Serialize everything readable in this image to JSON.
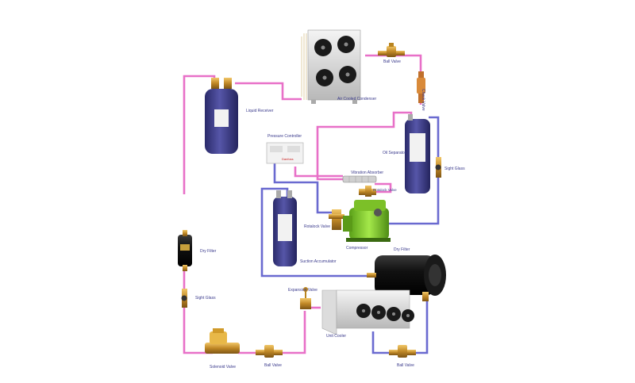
{
  "colors": {
    "discharge_line": "#e870c8",
    "suction_line": "#6a6ad0",
    "label_text": "#3a3a8c",
    "component_blue": "#3b3b8a",
    "brass": "#c9962e",
    "compressor_green": "#8cd630"
  },
  "labels": {
    "ball_valve_top": "Ball Valve",
    "check_valve": "Check Valve",
    "air_cooled_condenser": "Air Cooled Condenser",
    "liquid_receiver": "Liquid Receiver",
    "pressure_controller": "Pressure Controller",
    "oil_separator": "Oil Separator",
    "sight_glass_right": "Sight Glass",
    "vibration_absorber": "Vibration Absorber",
    "rotalock_valve_small": "Rotalock Valve",
    "rotalock_valve": "Rotalock Valve",
    "dry_filter_left": "Dry Filter",
    "compressor": "Compressor",
    "dry_filter_right": "Dry Filter",
    "suction_accumulator": "Suction Accumulator",
    "sight_glass_left": "Sight Glass",
    "expansion_valve": "Expansion Valve",
    "unit_cooler": "Unit Cooler",
    "solenoid_valve": "Solenoid Valve",
    "ball_valve_bottom": "Ball Valve",
    "ball_valve_right": "Ball Valve"
  }
}
